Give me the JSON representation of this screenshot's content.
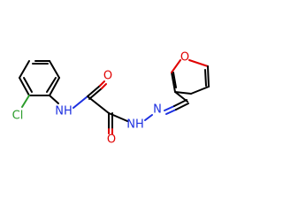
{
  "atoms": {
    "cl": {
      "label": "Cl",
      "color": "#2b9c2b"
    },
    "nh_amide": {
      "label": "NH",
      "color": "#1c2fe0"
    },
    "o_upper": {
      "label": "O",
      "color": "#e00000"
    },
    "o_lower": {
      "label": "O",
      "color": "#e00000"
    },
    "nh_hydrazide": {
      "label": "NH",
      "color": "#1c2fe0"
    },
    "n_imine": {
      "label": "N",
      "color": "#1c2fe0"
    },
    "o_furan": {
      "label": "O",
      "color": "#e00000"
    }
  },
  "colors": {
    "bond": "#000000",
    "oxygen": "#e00000",
    "nitrogen": "#1c2fe0",
    "chlorine": "#2b9c2b",
    "background": "#ffffff"
  }
}
